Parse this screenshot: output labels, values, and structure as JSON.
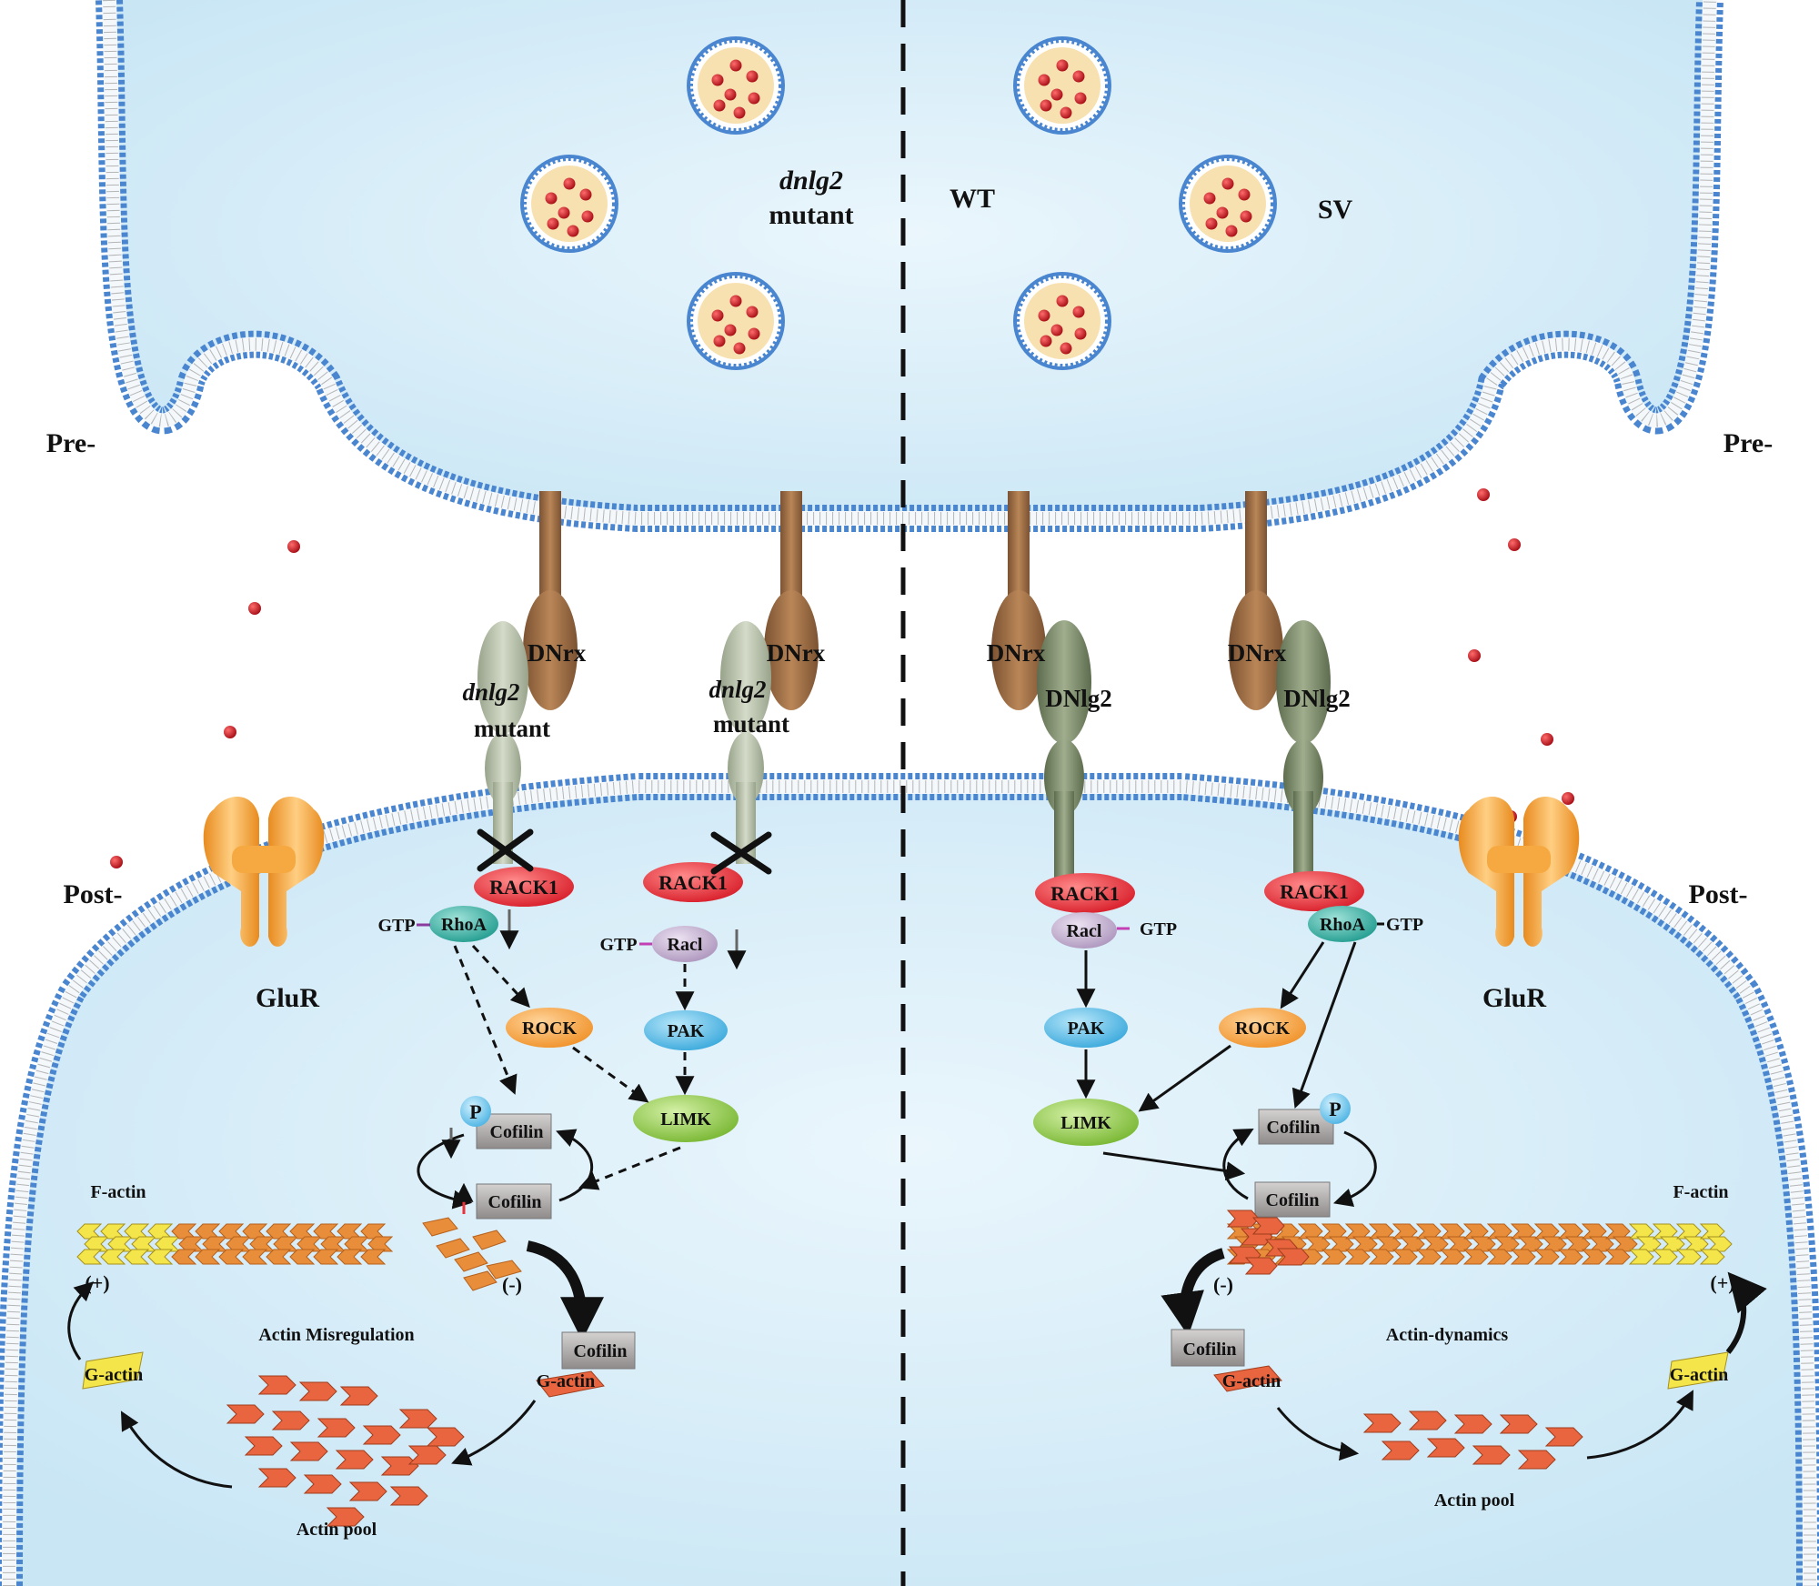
{
  "labels": {
    "pre_left": "Pre-",
    "pre_right": "Pre-",
    "post_left": "Post-",
    "post_right": "Post-",
    "wt": "WT",
    "sv": "SV",
    "mutant_top_italic": "dnlg2",
    "mutant_top": "mutant",
    "glur": "GluR",
    "dnrx": "DNrx",
    "dnlg2": "DNlg2",
    "mutant_italic": "dnlg2",
    "mutant": "mutant",
    "rack1": "RACK1",
    "rhoa": "RhoA",
    "rac1": "Racl",
    "gtp": "GTP",
    "rock": "ROCK",
    "pak": "PAK",
    "limk": "LIMK",
    "cofilin": "Cofilin",
    "phospho": "P",
    "f_actin": "F-actin",
    "g_actin": "G-actin",
    "plus": "(+)",
    "minus": "(-)",
    "actin_misregulation": "Actin Misregulation",
    "actin_dynamics": "Actin-dynamics",
    "actin_pool": "Actin pool"
  },
  "colors": {
    "cytoplasm": "#d6edf8",
    "membrane_head": "#4a86d0",
    "dnrx": "#9a6b43",
    "dnlg2_mutant": "#b3bda7",
    "dnlg2_wt": "#7b8a6a",
    "rack1": "#e8323c",
    "rhoa": "#37b3a6",
    "rac1": "#c8b6d4",
    "rock": "#f5a443",
    "pak": "#5bbfe8",
    "limk": "#8fcb4c",
    "cofilin": "#a8a4a4",
    "f_actin": "#e88e3b",
    "actin_tip": "#f4e64a",
    "g_actin": "#e86540",
    "glur": "#f6a940",
    "vesicle": "#f8e1b0",
    "neurotransmitter": "#c8141d",
    "down_arrow": "#666666",
    "up_arrow": "#e8323c"
  }
}
